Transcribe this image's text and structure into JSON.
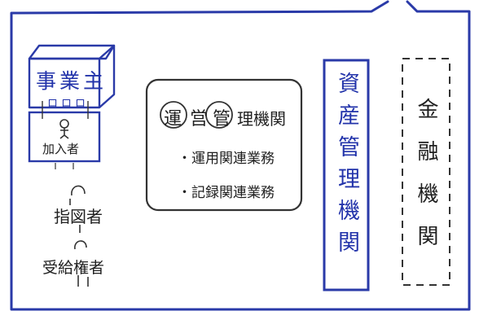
{
  "employer": {
    "label": "事業主",
    "window_text": "ロロロ"
  },
  "member": {
    "label": "加入者"
  },
  "people": [
    {
      "label": "指図者"
    },
    {
      "label": "受給権者"
    }
  ],
  "operations": {
    "title": {
      "circled_1": "運",
      "text_1": "営",
      "circled_2": "管",
      "text_2": "理機関"
    },
    "items": [
      "・運用関連業務",
      "・記録関連業務"
    ]
  },
  "asset_management": {
    "label": "資産管理機関"
  },
  "financial": {
    "label": "金融機関"
  },
  "colors": {
    "outline_blue": "#2a3aa8",
    "pencil": "#333333",
    "text_blue": "#2233aa"
  }
}
